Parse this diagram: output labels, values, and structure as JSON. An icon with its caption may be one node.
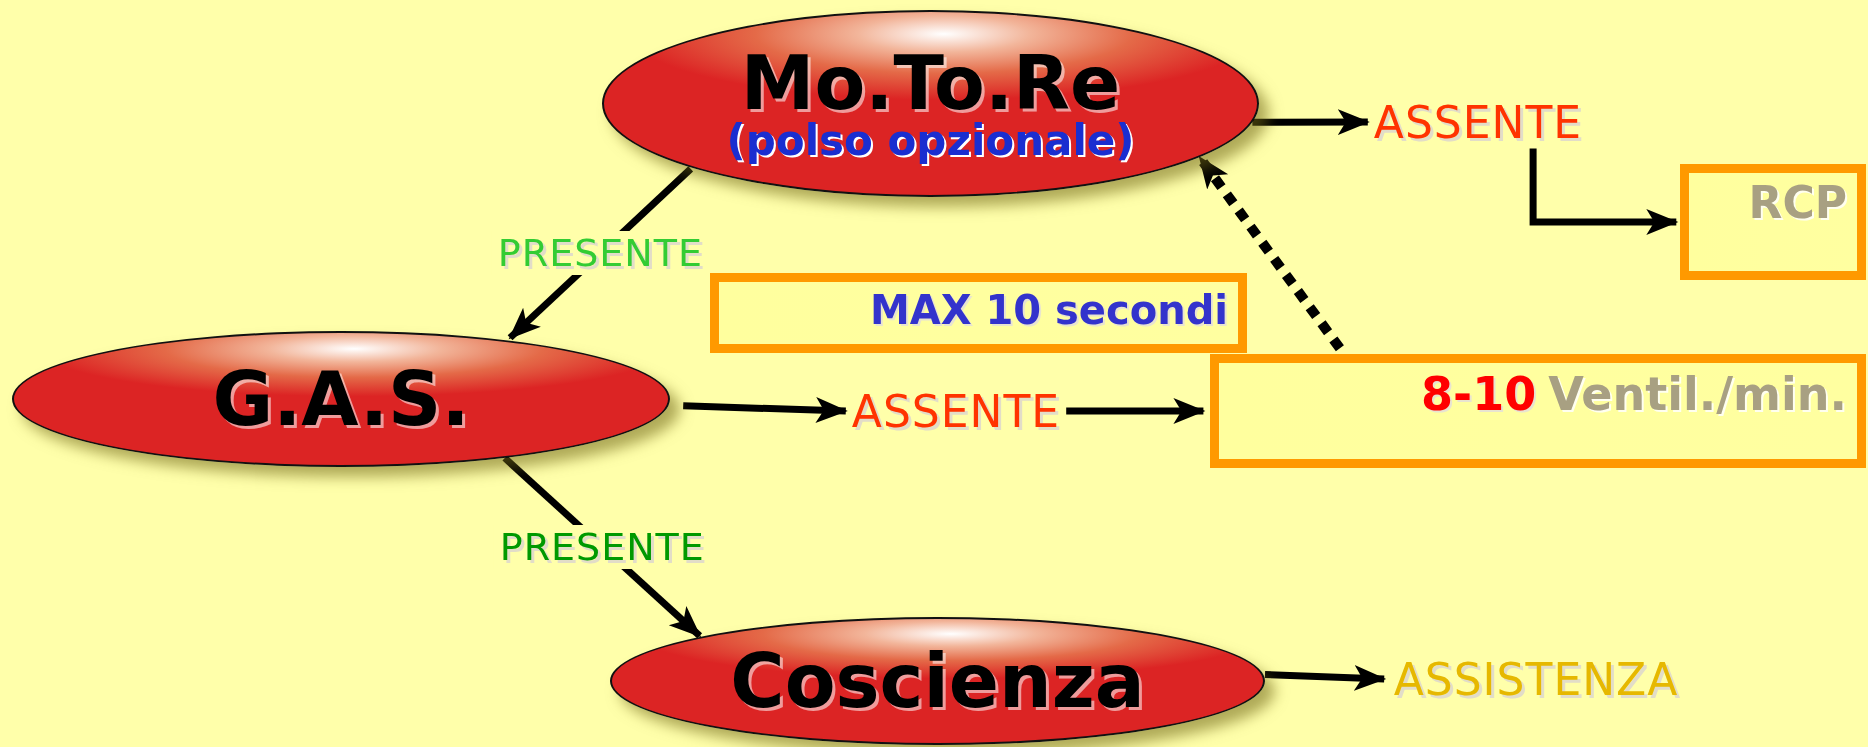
{
  "diagram": {
    "nodes": [
      {
        "text": [
          "Mo.To.Re",
          "(polso opzionale)"
        ]
      },
      {
        "text": [
          "ASSENTE"
        ]
      },
      {
        "text": [
          "RCP"
        ]
      },
      {
        "text": [
          "G.A.S."
        ]
      },
      {
        "text": [
          "MAX 10 secondi"
        ]
      },
      {
        "text": [
          "ASSENTE"
        ]
      },
      {
        "text": [
          "8-10",
          "Ventil./min."
        ]
      },
      {
        "text": [
          "Coscienza"
        ]
      },
      {
        "text": [
          "ASSISTENZA"
        ]
      }
    ],
    "edges": [
      {
        "from": 0,
        "to": 3,
        "arrow": "to",
        "label": "PRESENTE"
      },
      {
        "from": 3,
        "to": 7,
        "arrow": "to",
        "label": "PRESENTE"
      },
      {
        "from": 0,
        "to": 1,
        "arrow": "to"
      },
      {
        "from": 1,
        "to": 2,
        "arrow": "to"
      },
      {
        "from": 3,
        "to": 5,
        "arrow": "to"
      },
      {
        "from": 5,
        "to": 6,
        "arrow": "to"
      },
      {
        "from": 6,
        "to": 0,
        "arrow": "to",
        "style": "dashed"
      },
      {
        "from": 7,
        "to": 8,
        "arrow": "to"
      }
    ]
  }
}
